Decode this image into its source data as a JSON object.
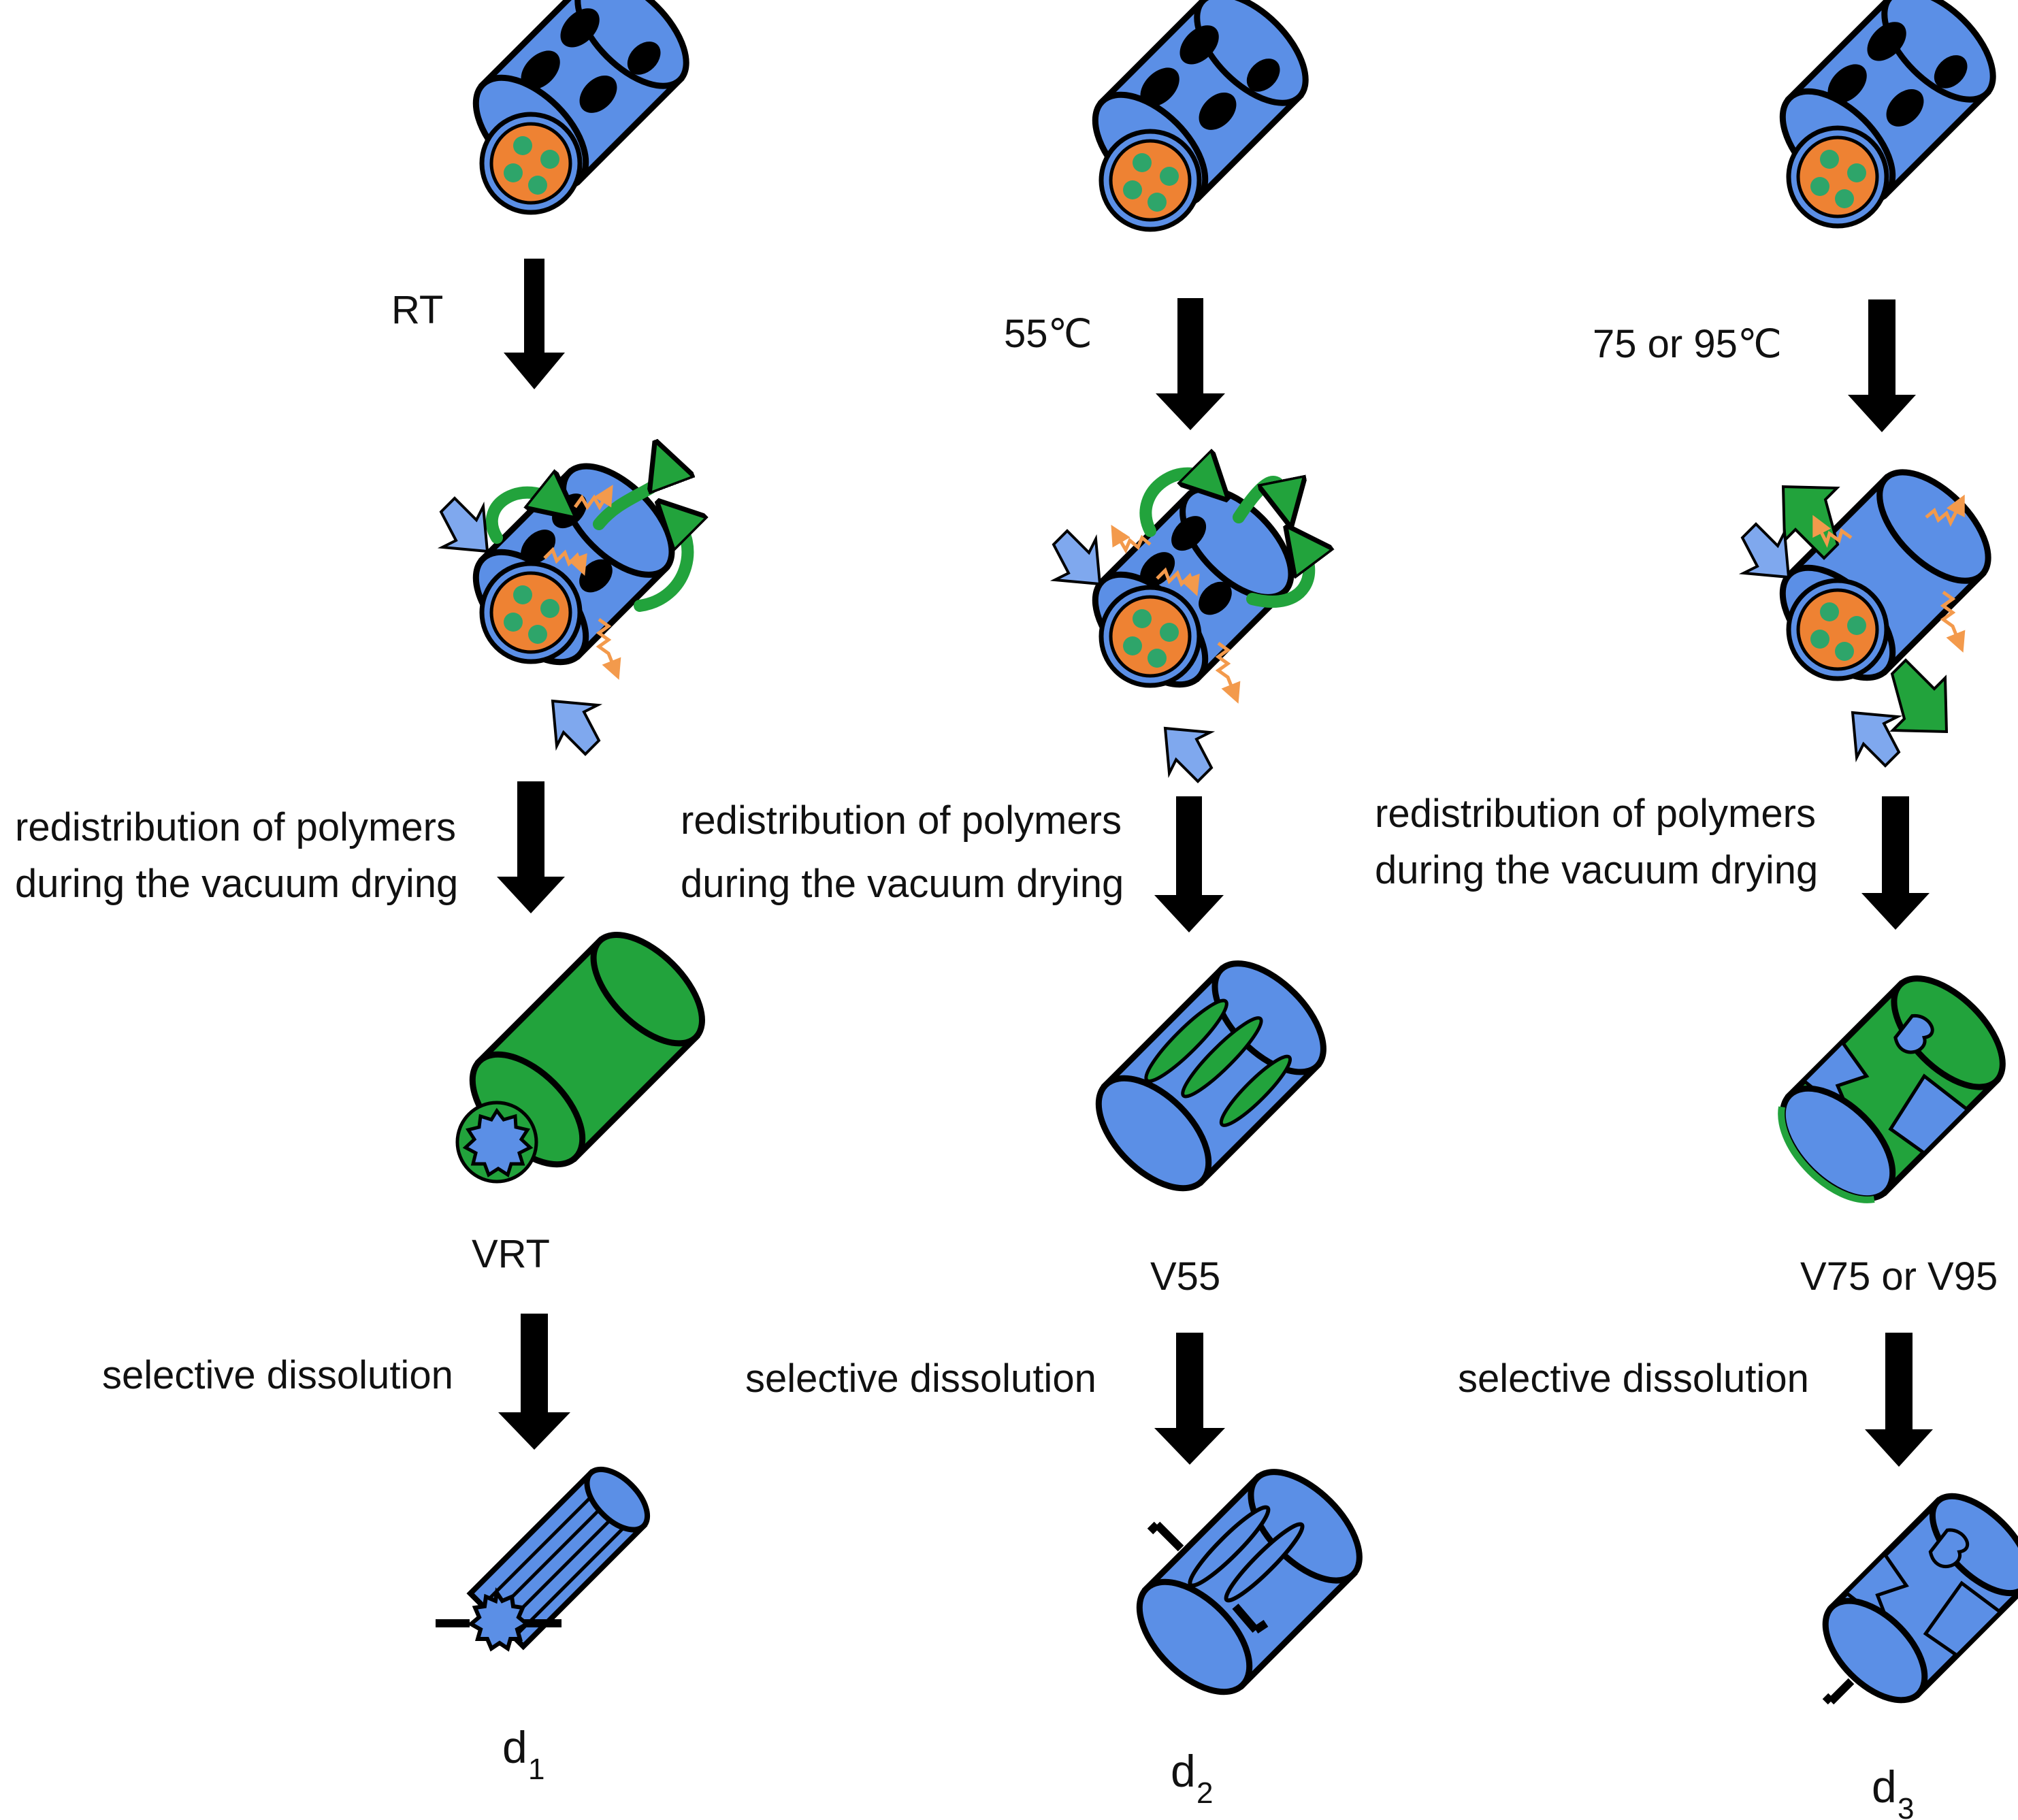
{
  "columns": [
    {
      "condition": "RT",
      "step_text_line1": "redistribution of polymers",
      "step_text_line2": "during the vacuum drying",
      "sample_name": "VRT",
      "dissolution_text": "selective dissolution",
      "result_main": "d",
      "result_sub": "1"
    },
    {
      "condition": "55℃",
      "step_text_line1": "redistribution of polymers",
      "step_text_line2": "during the vacuum drying",
      "sample_name": "V55",
      "dissolution_text": "selective dissolution",
      "result_main": "d",
      "result_sub": "2"
    },
    {
      "condition": "75 or 95℃",
      "step_text_line1": "redistribution of polymers",
      "step_text_line2": "during the vacuum drying",
      "sample_name": "V75 or V95",
      "dissolution_text": "selective dissolution",
      "result_main": "d",
      "result_sub": "3"
    }
  ],
  "colors": {
    "blue": "#5B8FE6",
    "orange": "#EE8233",
    "teal": "#2EA56A",
    "green": "#22A33C",
    "black": "#000000",
    "wavy": "#F39A4C",
    "lightblue": "#7FA8EE"
  }
}
